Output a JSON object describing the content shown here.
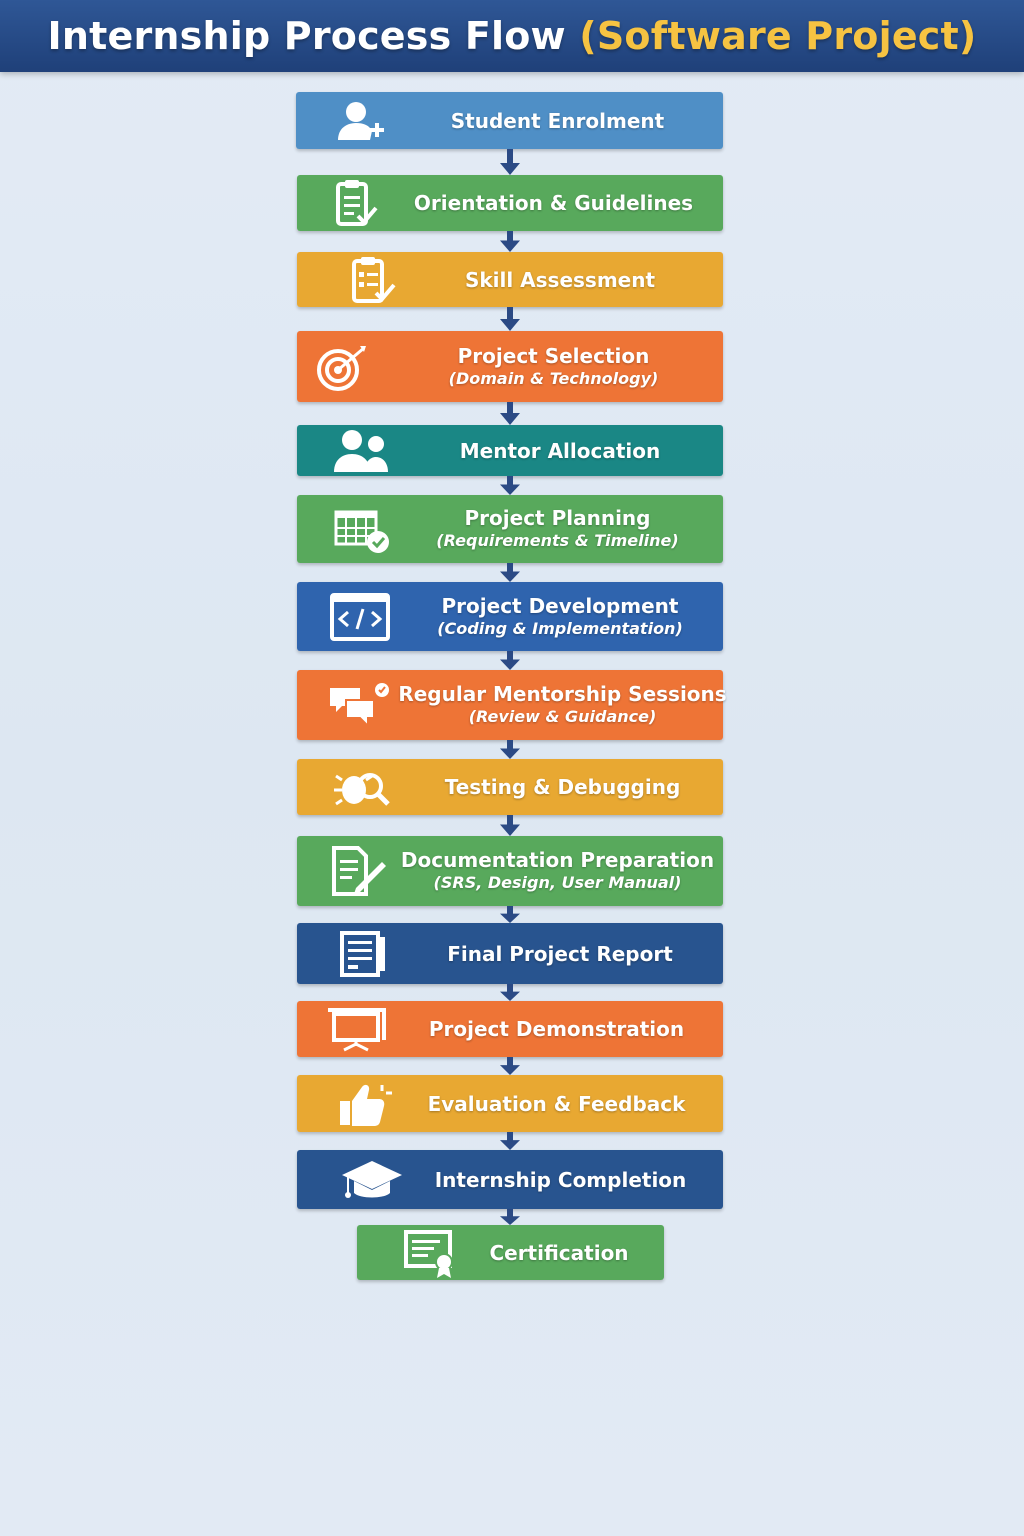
{
  "title": {
    "main": "Internship Process Flow",
    "accent": "(Software Project)"
  },
  "colors": {
    "header": "#24478a",
    "accent": "#f6c342",
    "connector": "#2b4a85",
    "steel_blue": "#4f8fc6",
    "green": "#58a95c",
    "amber": "#e8a832",
    "orange": "#ee7436",
    "teal": "#1a8785",
    "blue": "#2f64ae",
    "navy": "#28548f"
  },
  "steps": [
    {
      "label": "Student Enrolment",
      "sub": "",
      "icon": "add-user-icon",
      "color": "#4f8fc6"
    },
    {
      "label": "Orientation & Guidelines",
      "sub": "",
      "icon": "clipboard-check-icon",
      "color": "#58a95c"
    },
    {
      "label": "Skill Assessment",
      "sub": "",
      "icon": "checklist-icon",
      "color": "#e8a832"
    },
    {
      "label": "Project Selection",
      "sub": "(Domain & Technology)",
      "icon": "target-icon",
      "color": "#ee7436"
    },
    {
      "label": "Mentor Allocation",
      "sub": "",
      "icon": "users-icon",
      "color": "#1a8785"
    },
    {
      "label": "Project Planning",
      "sub": "(Requirements & Timeline)",
      "icon": "calendar-check-icon",
      "color": "#58a95c"
    },
    {
      "label": "Project Development",
      "sub": "(Coding & Implementation)",
      "icon": "code-window-icon",
      "color": "#2f64ae"
    },
    {
      "label": "Regular Mentorship Sessions",
      "sub": "(Review & Guidance)",
      "icon": "chat-bubbles-icon",
      "color": "#ee7436"
    },
    {
      "label": "Testing & Debugging",
      "sub": "",
      "icon": "bug-search-icon",
      "color": "#e8a832"
    },
    {
      "label": "Documentation Preparation",
      "sub": "(SRS, Design, User Manual)",
      "icon": "document-pen-icon",
      "color": "#58a95c"
    },
    {
      "label": "Final Project Report",
      "sub": "",
      "icon": "report-icon",
      "color": "#28548f"
    },
    {
      "label": "Project Demonstration",
      "sub": "",
      "icon": "presentation-board-icon",
      "color": "#ee7436"
    },
    {
      "label": "Evaluation & Feedback",
      "sub": "",
      "icon": "thumbs-up-icon",
      "color": "#e8a832"
    },
    {
      "label": "Internship Completion",
      "sub": "",
      "icon": "graduation-cap-icon",
      "color": "#28548f"
    },
    {
      "label": "Certification",
      "sub": "",
      "icon": "certificate-icon",
      "color": "#58a95c"
    }
  ]
}
